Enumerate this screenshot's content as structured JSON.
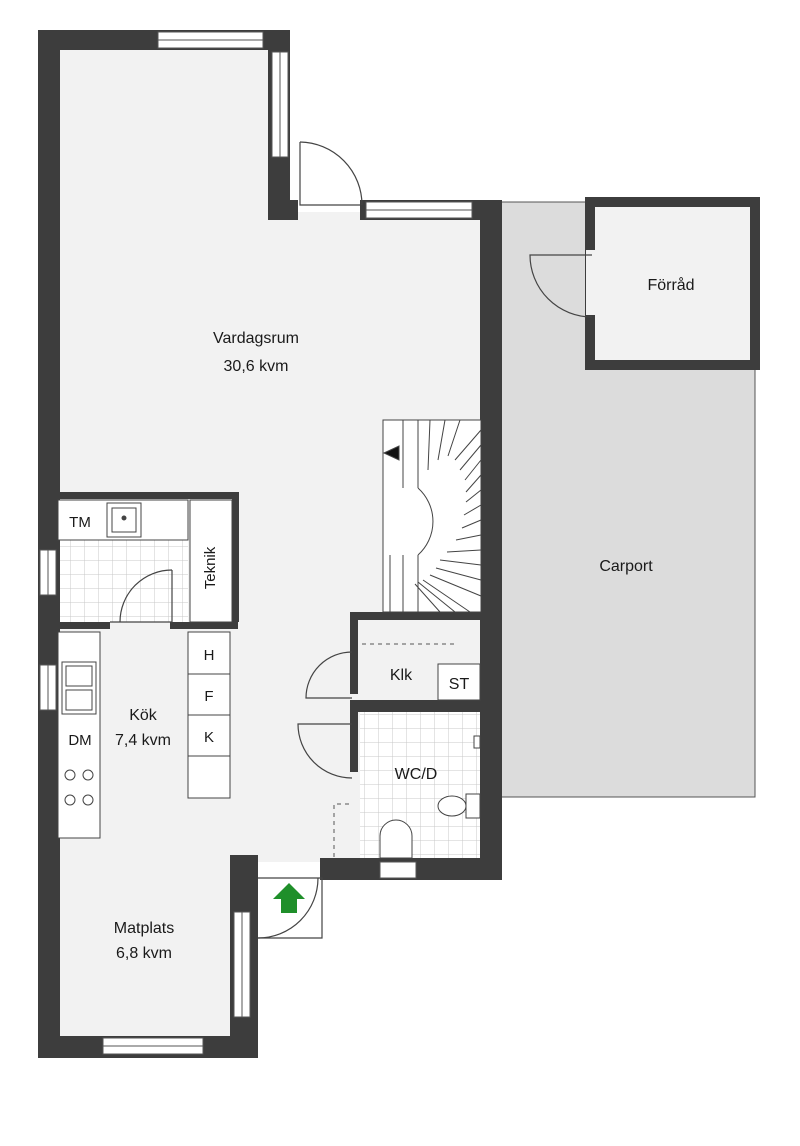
{
  "rooms": {
    "vardagsrum": {
      "name": "Vardagsrum",
      "area": "30,6 kvm"
    },
    "kok": {
      "name": "Kök",
      "area": "7,4 kvm"
    },
    "matplats": {
      "name": "Matplats",
      "area": "6,8 kvm"
    },
    "carport": {
      "name": "Carport"
    },
    "forrad": {
      "name": "Förråd"
    },
    "klk": {
      "name": "Klk"
    },
    "wc": {
      "name": "WC/D"
    }
  },
  "labels": {
    "tm": "TM",
    "teknik": "Teknik",
    "dm": "DM",
    "h": "H",
    "f": "F",
    "k": "K",
    "st": "ST"
  },
  "colors": {
    "wall": "#3d3d3d",
    "floor": "#f2f2f2",
    "carport": "#dcdcdc",
    "tile_grid": "#c8c8c8",
    "entrance_arrow": "#1f8f2a"
  }
}
